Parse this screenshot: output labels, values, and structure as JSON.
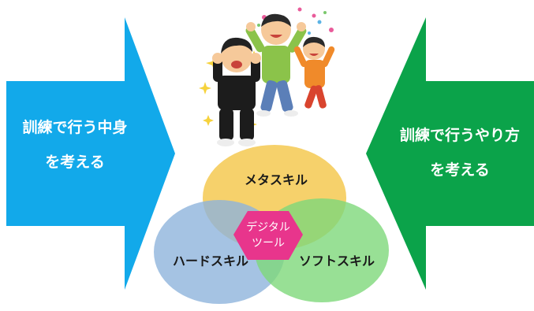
{
  "left_arrow": {
    "line1": "訓練で行う中身",
    "line2": "を考える",
    "color": "#12A9EA"
  },
  "right_arrow": {
    "line1": "訓練で行うやり方",
    "line2": "を考える",
    "color": "#0BA34A"
  },
  "venn": {
    "top": {
      "label": "メタスキル",
      "color": "#F5C951"
    },
    "left": {
      "label": "ハードスキル",
      "color": "#8FB4DC"
    },
    "right": {
      "label": "ソフトスキル",
      "color": "#7ED87A"
    },
    "center": {
      "line1": "デジタル",
      "line2": "ツール",
      "color": "#E8358C"
    }
  },
  "illustration": {
    "icons": [
      "cheering-student-icon",
      "jumping-man-icon",
      "jumping-child-icon",
      "sparkle-icon"
    ]
  }
}
